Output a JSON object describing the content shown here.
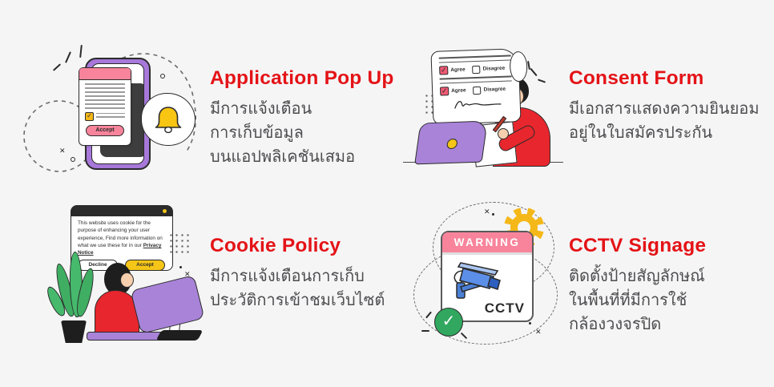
{
  "glyphs": {
    "check_mark": "✓",
    "x_mark": "✕"
  },
  "colors": {
    "background": "#f5f5f6",
    "accent_red": "#e41317",
    "body_text": "#4d4d4f",
    "pink": "#f8849b",
    "purple": "#a883d8",
    "yellow": "#f5c518",
    "green": "#31a75f",
    "camera_blue": "#4a7fd6"
  },
  "sections": [
    {
      "id": "application-pop-up",
      "title": "Application Pop Up",
      "description_lines": [
        "มีการแจ้งเตือน",
        "การเก็บข้อมูล",
        "บนแอปพลิเคชันเสมอ"
      ],
      "illustration": {
        "accept_button": "Accept"
      }
    },
    {
      "id": "consent-form",
      "title": "Consent Form",
      "description_lines": [
        "มีเอกสารแสดงความยินยอม",
        "อยู่ในใบสมัครประกัน"
      ],
      "illustration": {
        "agree_label": "Agree",
        "disagree_label": "Disagree"
      }
    },
    {
      "id": "cookie-policy",
      "title": "Cookie Policy",
      "description_lines": [
        "มีการแจ้งเตือนการเก็บ",
        "ประวัติการเข้าชมเว็บไซต์"
      ],
      "illustration": {
        "banner_text": "This website uses cookie for the purpose of enhancing your user experience, Find more information on what we use these for in our",
        "privacy_link": "Privacy Notice",
        "decline_button": "Decline",
        "accept_button": "Accept"
      }
    },
    {
      "id": "cctv-signage",
      "title": "CCTV Signage",
      "description_lines": [
        "ติดตั้งป้ายสัญลักษณ์",
        "ในพื้นที่ที่มีการใช้",
        "กล้องวงจรปิด"
      ],
      "illustration": {
        "warning_label": "WARNING",
        "cctv_label": "CCTV"
      }
    }
  ]
}
